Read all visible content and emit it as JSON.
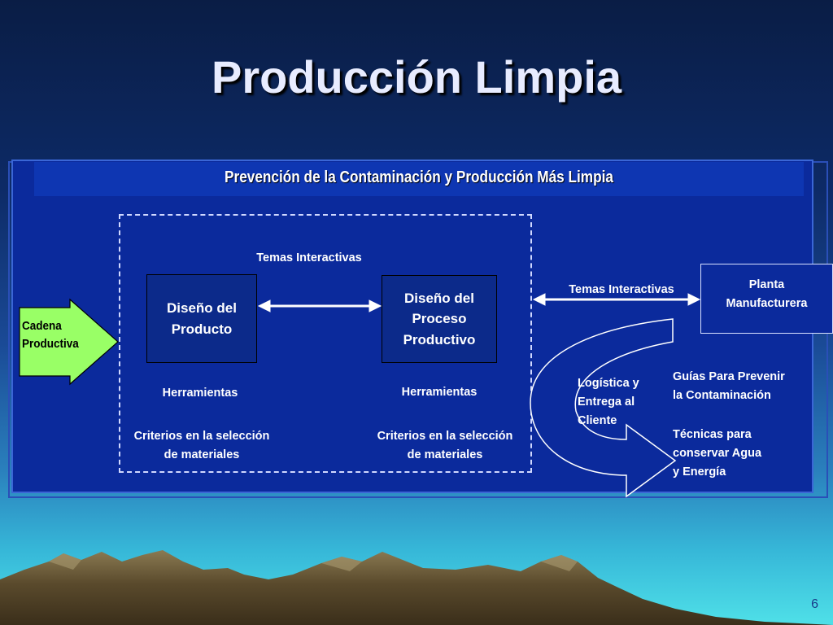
{
  "slide": {
    "title": "Producción  Limpia",
    "page_number": "6"
  },
  "diagram": {
    "banner": "Prevención de la Contaminación y Producción Más Limpia",
    "chain": "Cadena\nProductiva",
    "product_design": "Diseño del\nProducto",
    "process_design": "Diseño del\nProceso\nProductivo",
    "interactive_topics_inner": "Temas Interactivas",
    "interactive_topics_outer": "Temas Interactivas",
    "plant": "Planta\nManufacturera",
    "tools_left": "Herramientas",
    "tools_right": "Herramientas",
    "criteria_left": "Criterios en la selección\nde materiales",
    "criteria_right": "Criterios en la selección\nde materiales",
    "logistics": "Logística y\nEntrega al\nCliente",
    "guides": "Guías Para Prevenir\nla Contaminación",
    "techniques": "Técnicas para\nconservar Agua\ny Energía"
  },
  "colors": {
    "panel": "#0b2a9c",
    "chain_arrow": "#99ff66",
    "box_fill": "#0c2a8a"
  }
}
